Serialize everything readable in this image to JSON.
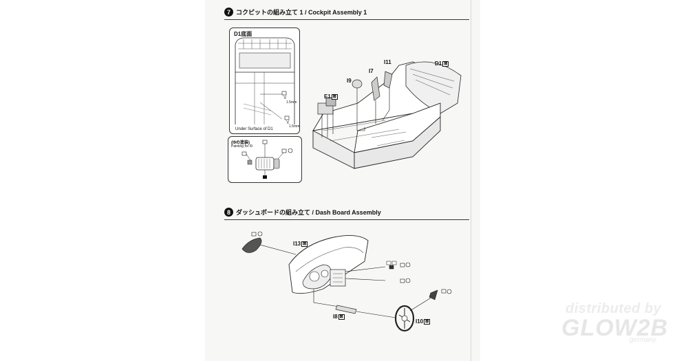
{
  "step7": {
    "number": "7",
    "title": "コクピットの組み立て 1 / Cockpit Assembly 1",
    "detail_panel": {
      "title": "D1底面",
      "caption": "Under Surface of D1",
      "drill_1": "1.5mm",
      "drill_2": "1.5mm"
    },
    "paint_panel": {
      "title": "(I9の塗装)",
      "subtitle": "Painting for I9"
    },
    "parts": {
      "d1": "D1",
      "e1": "E1",
      "i9": "I9",
      "i7": "I7",
      "i11": "I11"
    }
  },
  "step8": {
    "number": "8",
    "title": "ダッシュボードの組み立て / Dash Board Assembly",
    "parts": {
      "i13": "I13",
      "i8": "I8",
      "i10": "I10"
    }
  },
  "watermark": {
    "line1": "distributed by",
    "line2": "GLOW2B",
    "line3": "germany"
  },
  "colors": {
    "ink": "#111111",
    "paper": "#f7f7f5",
    "watermark": "#e6e6e6"
  }
}
